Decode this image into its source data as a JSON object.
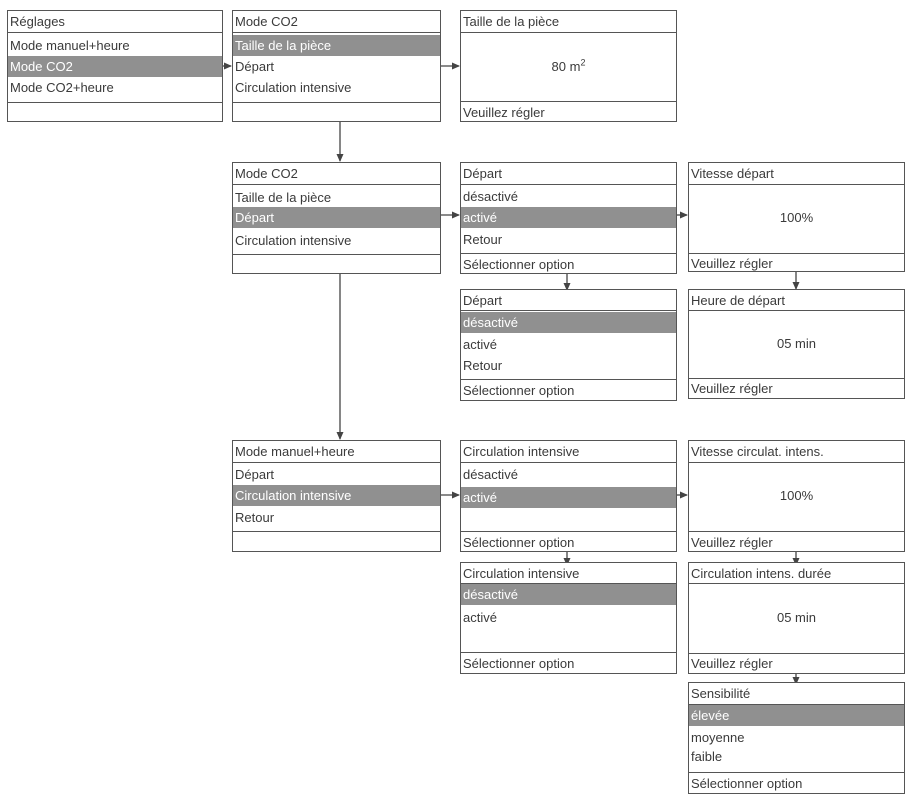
{
  "menus": {
    "m1": {
      "title": "Réglages",
      "items": [
        "Mode manuel+heure",
        "Mode CO2",
        "Mode CO2+heure"
      ]
    },
    "m2": {
      "title": "Mode CO2",
      "items": [
        "Taille de la pièce",
        "Départ",
        "Circulation intensive"
      ]
    },
    "m3": {
      "title": "Taille de la pièce",
      "value": "80 m",
      "value_sup": "2",
      "footer": "Veuillez régler"
    },
    "m4": {
      "title": "Mode CO2",
      "items": [
        "Taille de la pièce",
        "Départ",
        "Circulation intensive"
      ]
    },
    "m5": {
      "title": "Départ",
      "items": [
        "désactivé",
        "activé",
        "Retour"
      ],
      "footer": "Sélectionner option"
    },
    "m6": {
      "title": "Vitesse départ",
      "value": "100%",
      "footer": "Veuillez régler"
    },
    "m7": {
      "title": "Départ",
      "items": [
        "désactivé",
        "activé",
        "Retour"
      ],
      "footer": "Sélectionner option"
    },
    "m8": {
      "title": "Heure de départ",
      "value": "05 min",
      "footer": "Veuillez régler"
    },
    "m9": {
      "title": "Mode manuel+heure",
      "items": [
        "Départ",
        "Circulation intensive",
        "Retour"
      ]
    },
    "m10": {
      "title": "Circulation intensive",
      "items": [
        "désactivé",
        "activé"
      ],
      "footer": "Sélectionner option"
    },
    "m11": {
      "title": "Vitesse circulat. intens.",
      "value": "100%",
      "footer": "Veuillez régler"
    },
    "m12": {
      "title": "Circulation intensive",
      "items": [
        "désactivé",
        "activé"
      ],
      "footer": "Sélectionner option"
    },
    "m13": {
      "title": "Circulation intens. durée",
      "value": "05 min",
      "footer": "Veuillez régler"
    },
    "m14": {
      "title": "Sensibilité",
      "items": [
        "élevée",
        "moyenne",
        "faible"
      ],
      "footer": "Sélectionner option"
    }
  },
  "colors": {
    "line": "#555555",
    "highlight": "#909090",
    "text": "#3a3a3a"
  }
}
